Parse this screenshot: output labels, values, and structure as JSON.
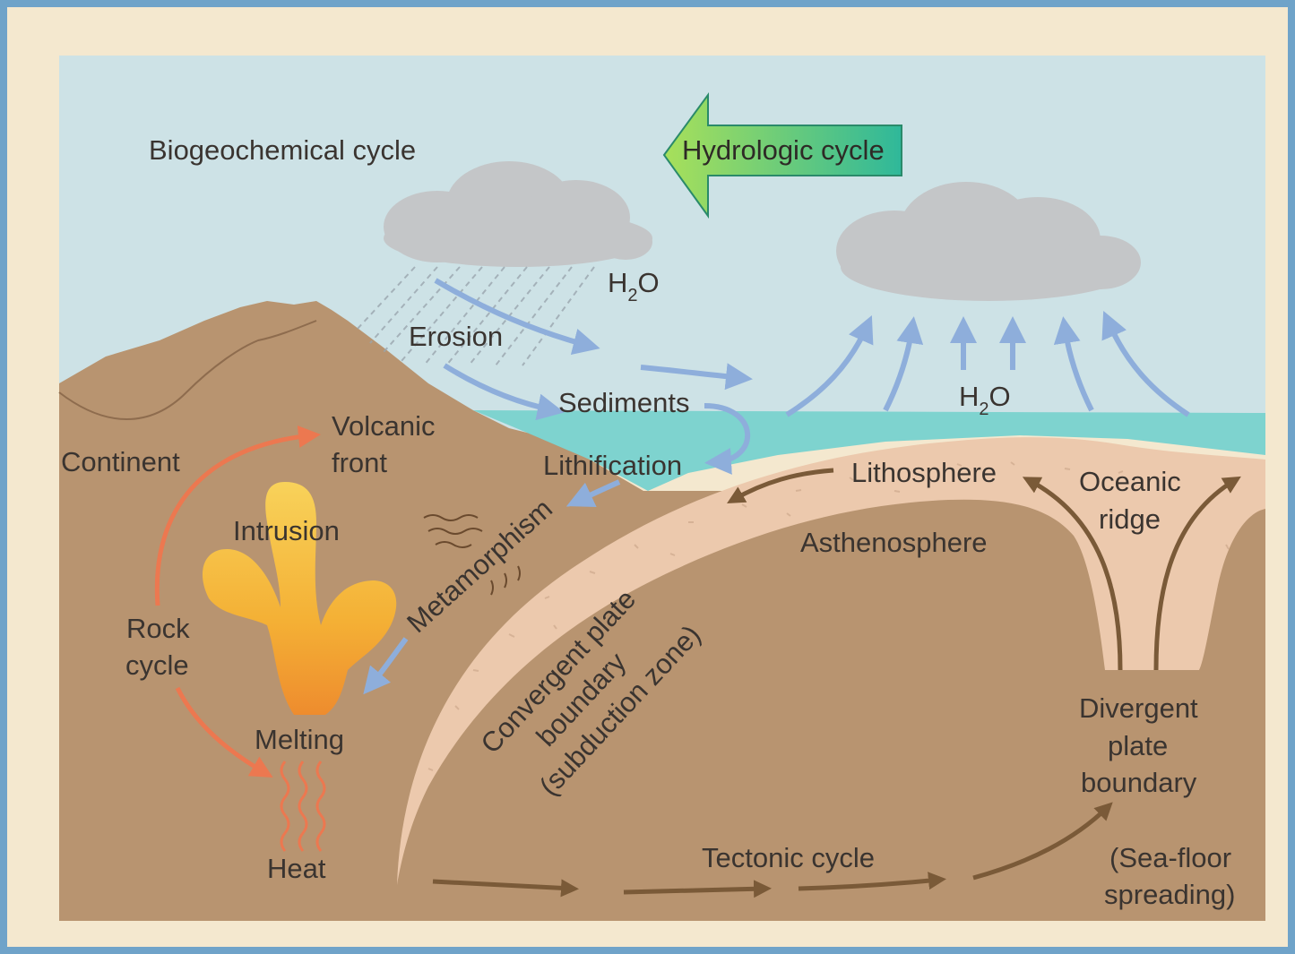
{
  "labels": {
    "biogeochemical": "Biogeochemical cycle",
    "hydrologic": "Hydrologic cycle",
    "h2o_left_main": "H",
    "h2o_left_sub": "2",
    "h2o_left_end": "O",
    "h2o_right_main": "H",
    "h2o_right_sub": "2",
    "h2o_right_end": "O",
    "erosion": "Erosion",
    "sediments": "Sediments",
    "lithification": "Lithification",
    "continent": "Continent",
    "volcanic_front_1": "Volcanic",
    "volcanic_front_2": "front",
    "intrusion": "Intrusion",
    "metamorphism": "Metamorphism",
    "rock_cycle_1": "Rock",
    "rock_cycle_2": "cycle",
    "melting": "Melting",
    "heat": "Heat",
    "lithosphere": "Lithosphere",
    "asthenosphere": "Asthenosphere",
    "oceanic_ridge_1": "Oceanic",
    "oceanic_ridge_2": "ridge",
    "convergent_1": "Convergent plate",
    "convergent_2": "boundary",
    "convergent_3": "(subduction zone)",
    "divergent_1": "Divergent",
    "divergent_2": "plate",
    "divergent_3": "boundary",
    "tectonic": "Tectonic cycle",
    "seafloor_1": "(Sea-floor",
    "seafloor_2": "spreading)"
  },
  "colors": {
    "sky": "#cde2e6",
    "land": "#b89470",
    "plate": "#ecc9ad",
    "ocean": "#7ed3cf",
    "magma": "#f2a93a",
    "blue_arrow": "#8eaedb",
    "orange_arrow": "#ec7850",
    "brown_arrow": "#7a5a38",
    "hydro_arrow": "#3fbf80"
  }
}
